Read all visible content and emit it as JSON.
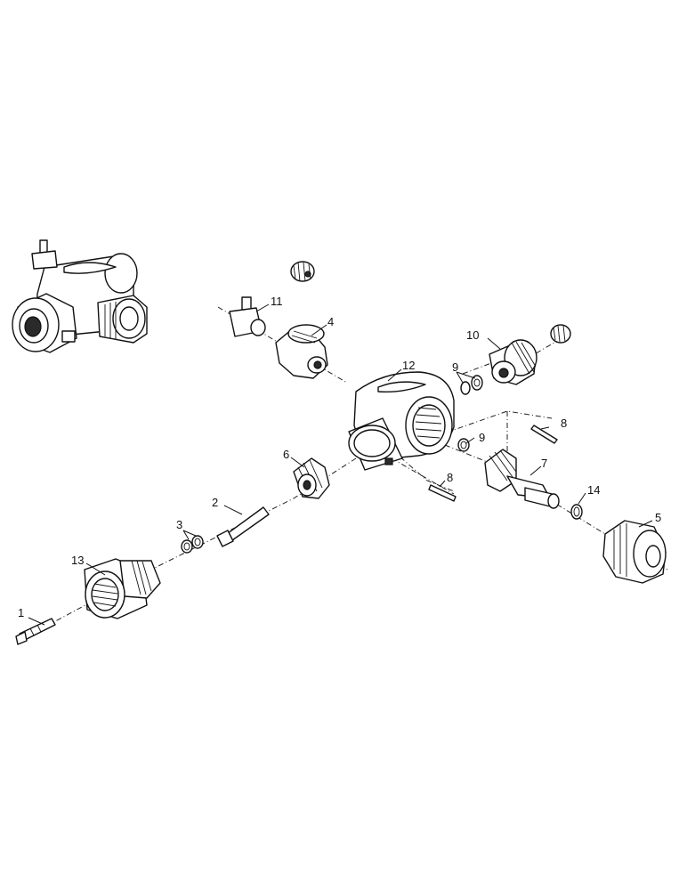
{
  "diagram": {
    "type": "exploded parts view",
    "labels": {
      "p1": "1",
      "p2": "2",
      "p3": "3",
      "p4": "4",
      "p5": "5",
      "p6": "6",
      "p7": "7",
      "p8a": "8",
      "p8b": "8",
      "p9a": "9",
      "p9b": "9",
      "p10": "10",
      "p11": "11",
      "p12": "12",
      "p13": "13",
      "p14": "14"
    }
  }
}
